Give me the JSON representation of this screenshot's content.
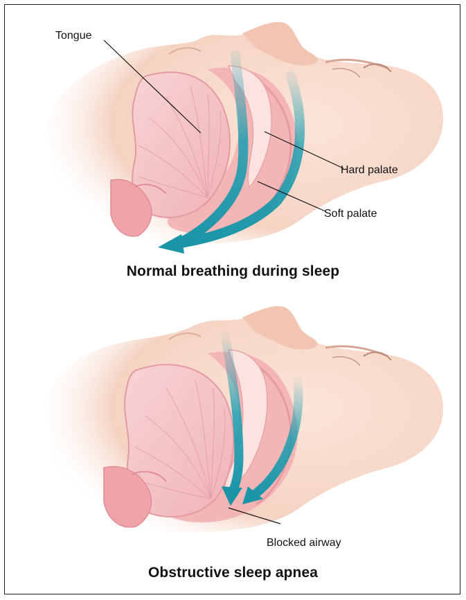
{
  "panels": {
    "normal": {
      "caption": "Normal breathing during sleep",
      "labels": {
        "tongue": "Tongue",
        "hard_palate": "Hard palate",
        "soft_palate": "Soft palate"
      }
    },
    "apnea": {
      "caption": "Obstructive sleep apnea",
      "labels": {
        "blocked_airway": "Blocked airway"
      }
    }
  },
  "colors": {
    "skin": "#f7d9cb",
    "skin_shadow": "#eebfae",
    "tissue_pink": "#f2a9ad",
    "tongue": "#f4c1c4",
    "tongue_lines": "#e39aa2",
    "palate": "#fbe3e0",
    "airflow_arrow": "#1e9fb1",
    "leader_line": "#111111"
  }
}
